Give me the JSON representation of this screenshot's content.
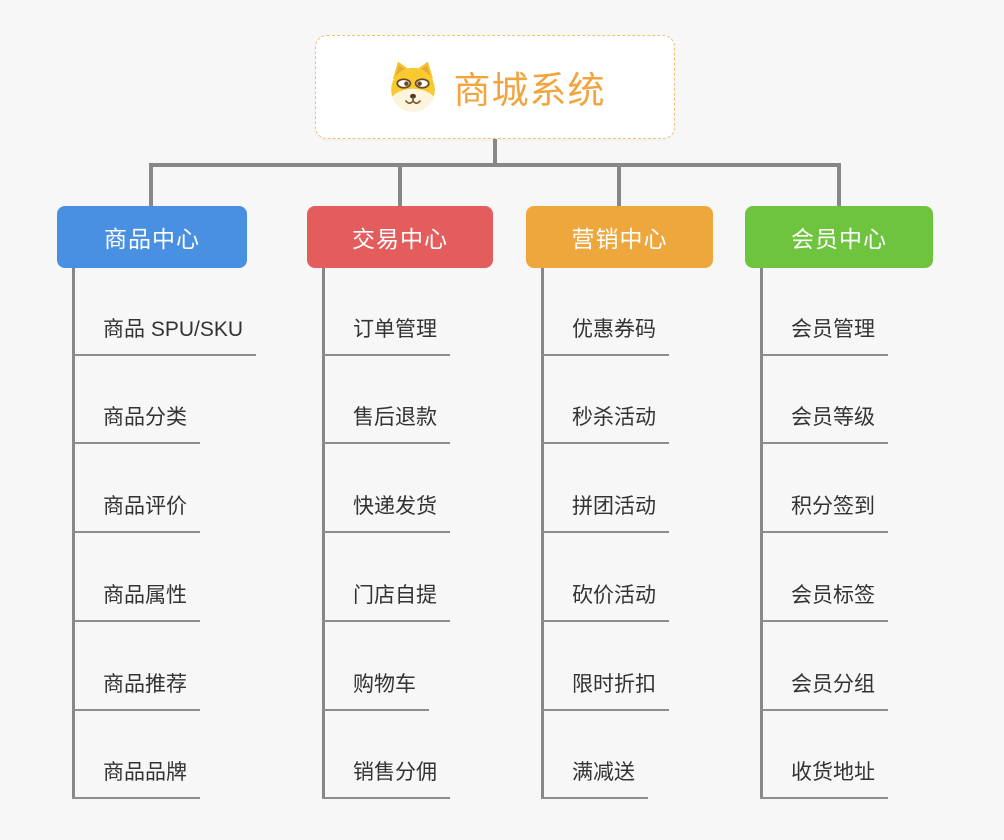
{
  "root": {
    "title": "商城系统",
    "icon": "dog-face-icon"
  },
  "branches": [
    {
      "label": "商品中心",
      "color": "#4a90e2",
      "items": [
        "商品 SPU/SKU",
        "商品分类",
        "商品评价",
        "商品属性",
        "商品推荐",
        "商品品牌"
      ]
    },
    {
      "label": "交易中心",
      "color": "#e45d5d",
      "items": [
        "订单管理",
        "售后退款",
        "快递发货",
        "门店自提",
        "购物车",
        "销售分佣"
      ]
    },
    {
      "label": "营销中心",
      "color": "#eea73c",
      "items": [
        "优惠券码",
        "秒杀活动",
        "拼团活动",
        "砍价活动",
        "限时折扣",
        "满减送"
      ]
    },
    {
      "label": "会员中心",
      "color": "#6ec43f",
      "items": [
        "会员管理",
        "会员等级",
        "积分签到",
        "会员标签",
        "会员分组",
        "收货地址"
      ]
    }
  ],
  "colors": {
    "canvas_background": "#f7f7f8",
    "connector_line": "#878787",
    "leaf_underline": "#8d8d8d",
    "root_border": "#f0c279",
    "root_title_text": "#f2a43e",
    "leaf_text": "#333333",
    "branch_text": "#ffffff"
  }
}
